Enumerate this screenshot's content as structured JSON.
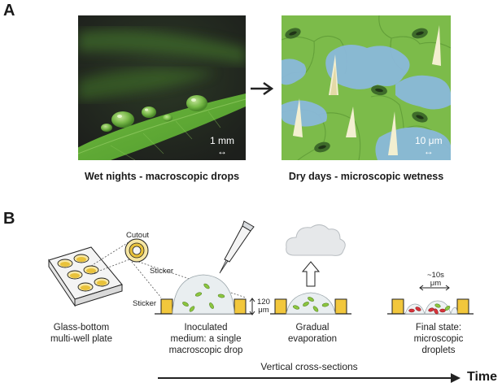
{
  "panel_a": {
    "letter": "A",
    "left_image": {
      "scale": "1 mm",
      "scale_arrow": "↔",
      "caption": "Wet nights - macroscopic drops"
    },
    "right_image": {
      "scale": "10 μm",
      "scale_arrow": "↔",
      "caption": "Dry days - microscopic wetness"
    }
  },
  "panel_b": {
    "letter": "B",
    "labels": {
      "cutout": "Cutout",
      "sticker_top": "Sticker",
      "sticker_left": "Sticker",
      "height_value": "120",
      "height_unit": "μm",
      "droplet_size": "~10s",
      "droplet_unit": "μm"
    },
    "steps": {
      "plate": [
        "Glass-bottom",
        "multi-well plate"
      ],
      "inoculated": [
        "Inoculated",
        "medium: a single",
        "macroscopic drop"
      ],
      "evaporation": [
        "Gradual",
        "evaporation"
      ],
      "final": [
        "Final state:",
        "microscopic",
        "droplets"
      ]
    },
    "cross_sections": "Vertical cross-sections",
    "time_label": "Time"
  },
  "colors": {
    "leaf_green": "#7cc04a",
    "water_blue": "#7fb6d8",
    "sticker_yellow": "#f2c73c",
    "bacteria_green": "#8cc63f",
    "bacteria_red": "#d8323a"
  }
}
